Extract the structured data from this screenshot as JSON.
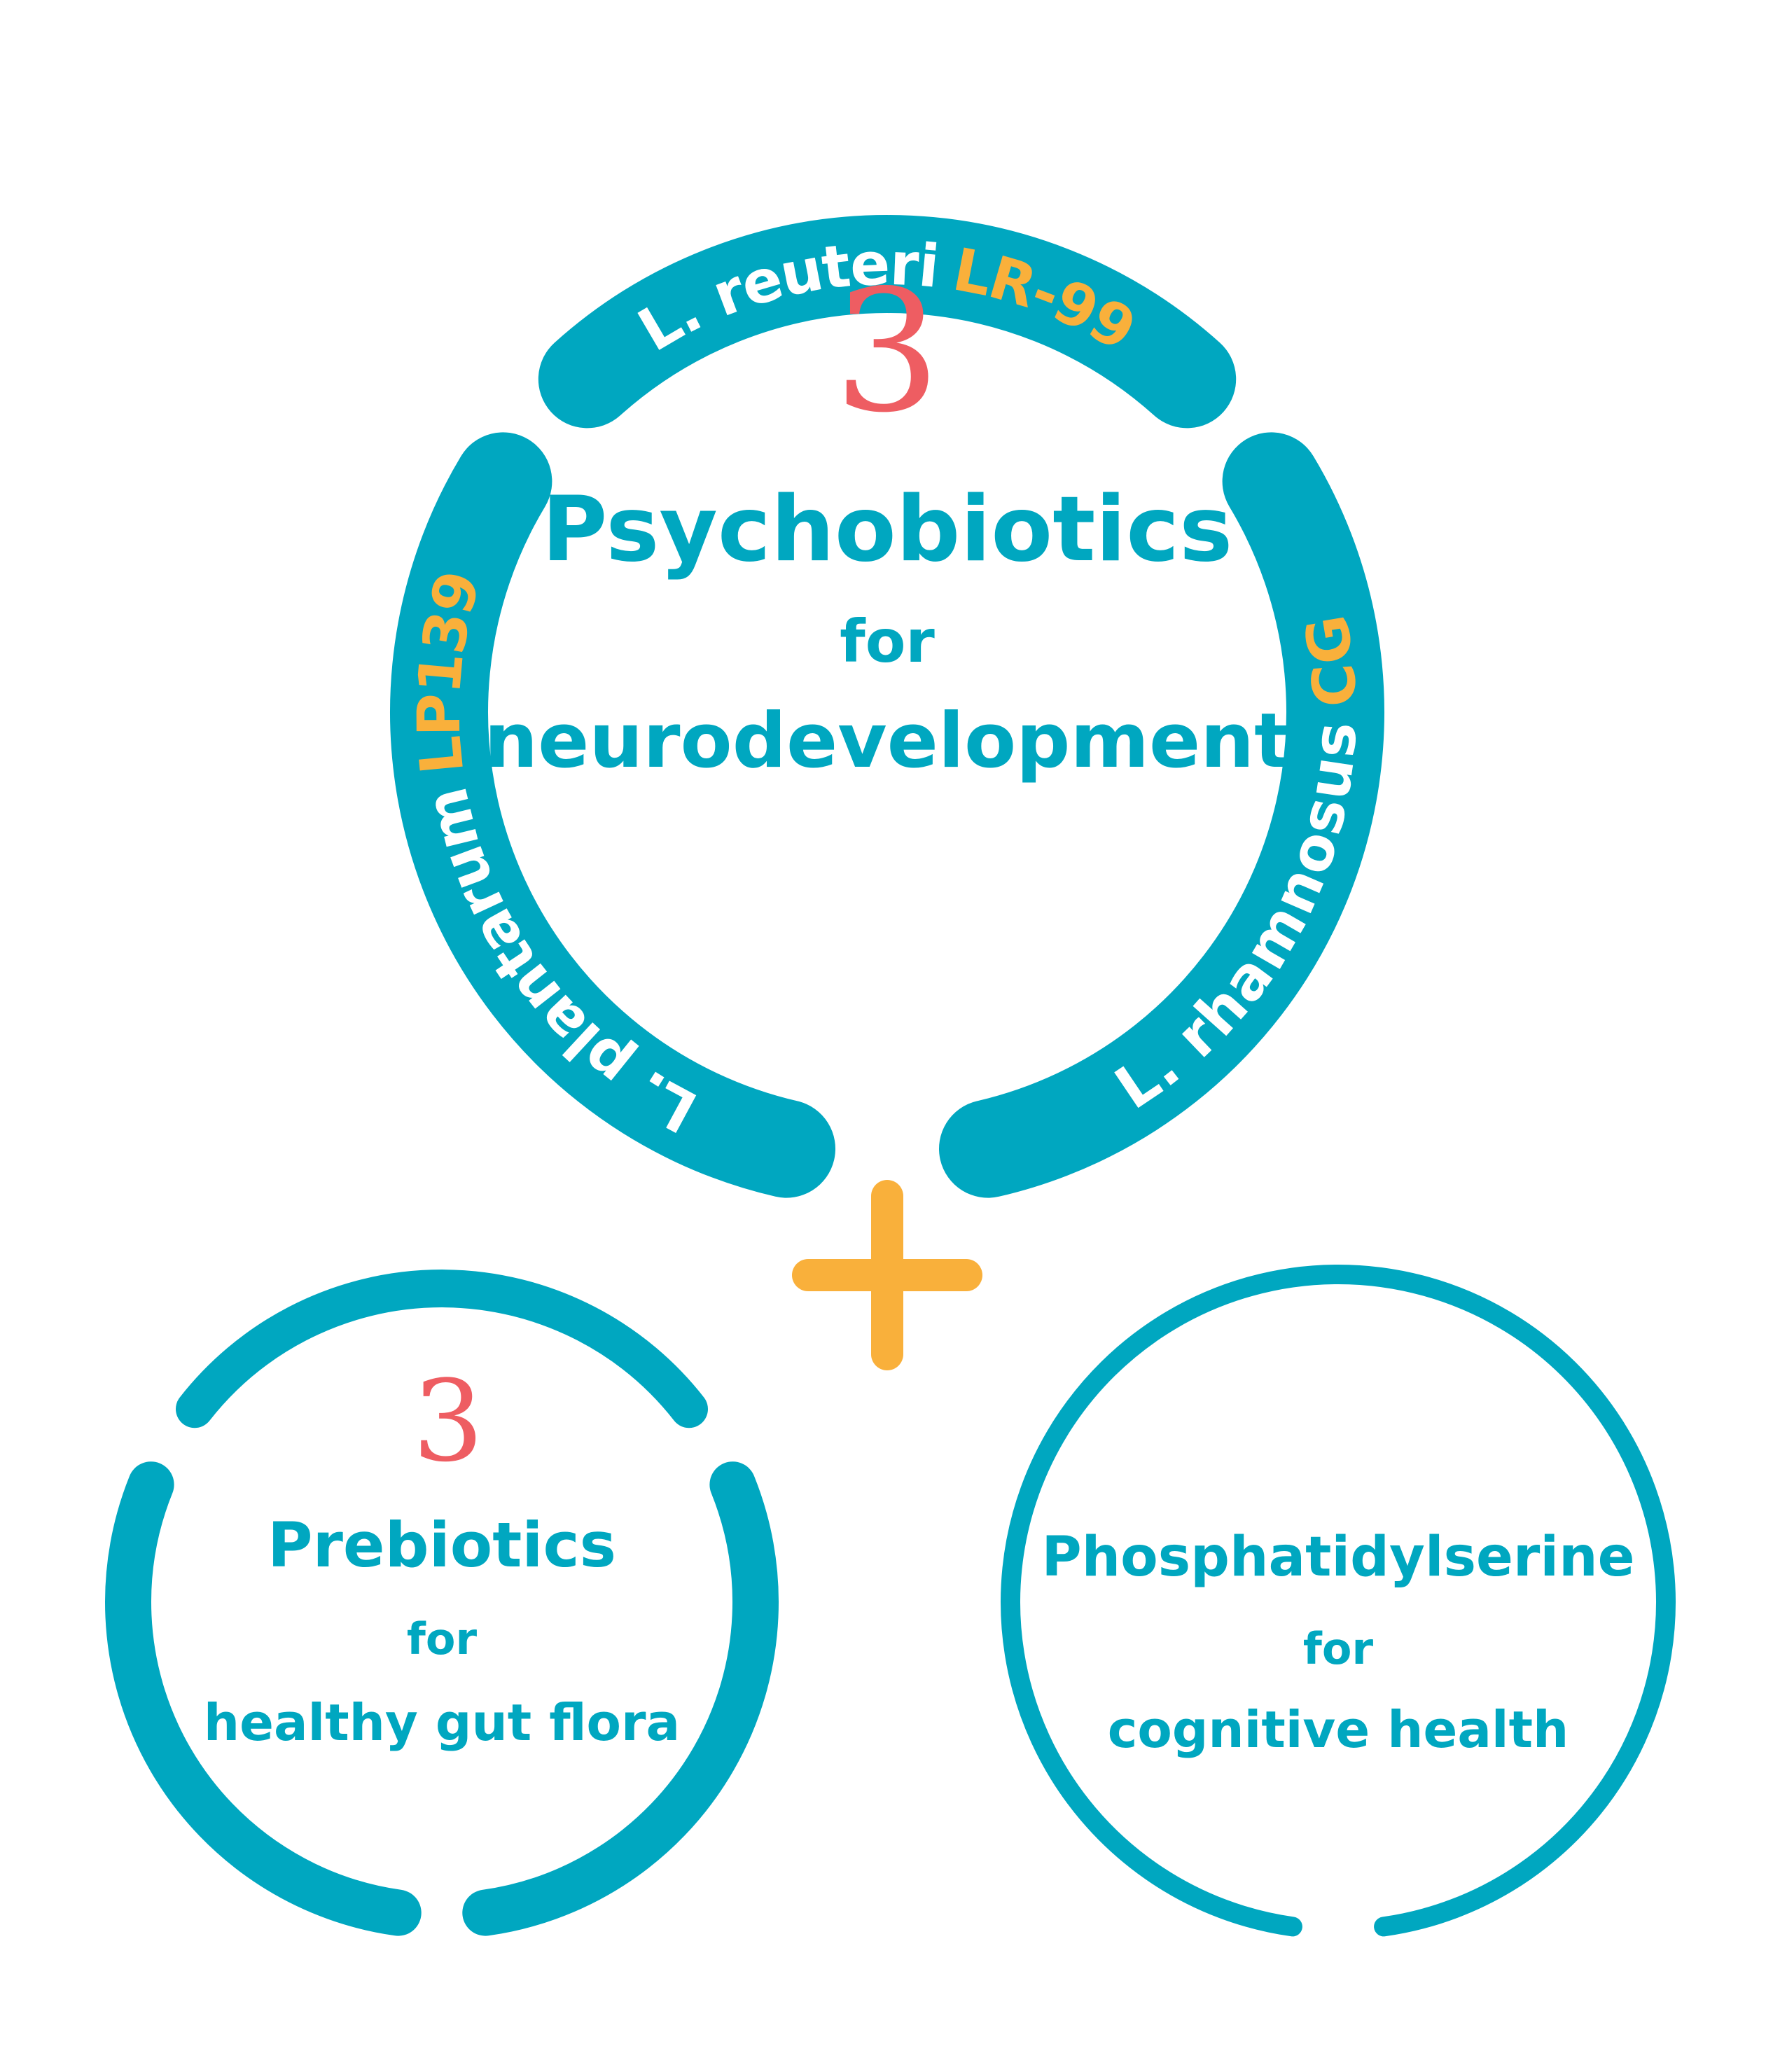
{
  "colors": {
    "teal": "#00a7c0",
    "orange": "#f9b03b",
    "red": "#ee5d62",
    "white": "#ffffff",
    "background": "#ffffff"
  },
  "psychobiotics": {
    "count": "3",
    "title": "Psychobiotics",
    "connector": "for",
    "purpose": "neurodevelopment",
    "strains": [
      {
        "species": "L. reuteri",
        "code": "LR-99"
      },
      {
        "species": "L. plantarum",
        "code": "LP139"
      },
      {
        "species": "L. rhamnosus",
        "code": "CG"
      }
    ]
  },
  "plus_icon": "plus-icon",
  "prebiotics": {
    "count": "3",
    "title": "Prebiotics",
    "connector": "for",
    "purpose": "healthy gut flora"
  },
  "phosphatidylserine": {
    "title": "Phosphatidylserine",
    "connector": "for",
    "purpose": "cognitive health"
  }
}
